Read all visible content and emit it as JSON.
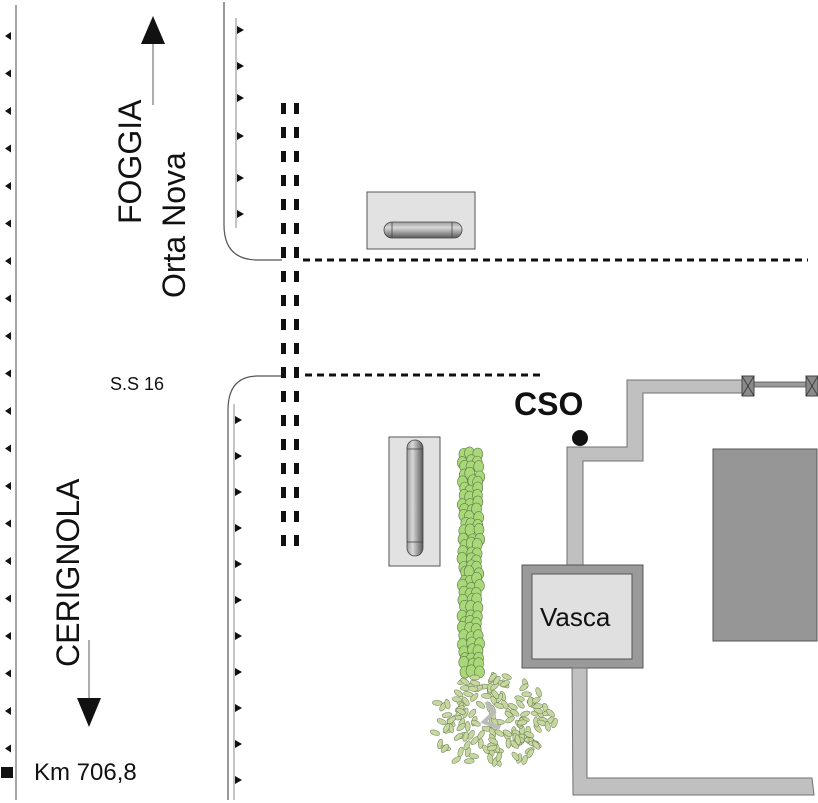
{
  "labels": {
    "north_direction_1": "FOGGIA",
    "north_direction_2": "Orta Nova",
    "south_direction": "CERIGNOLA",
    "road_name": "S.S 16",
    "kilometer_marker": "Km 706,8",
    "outfall_point": "CSO",
    "tank": "Vasca"
  },
  "colors": {
    "pipe_fill": "#c0c0c0",
    "pipe_stroke": "#707070",
    "tank_outer": "#9a9a9a",
    "tank_inner": "#e0e0e0",
    "building": "#969696",
    "equipment_box": "#e2e2e2",
    "vegetation_light": "#a8d878",
    "vegetation_dark": "#b8cc90",
    "ink": "#111111"
  }
}
